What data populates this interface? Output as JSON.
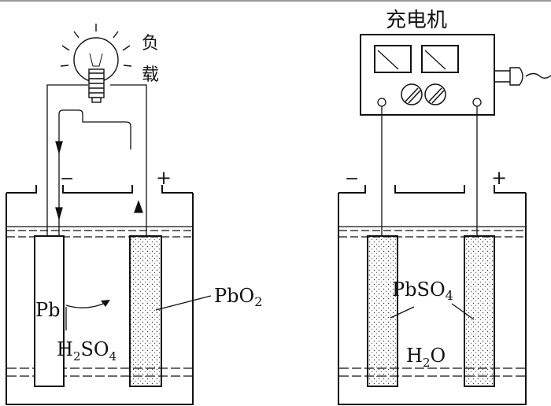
{
  "left_cell": {
    "load_label_line1": "负",
    "load_label_line2": "载",
    "minus": "−",
    "plus": "+",
    "anode_label": "Pb",
    "cathode_label_main": "PbO",
    "cathode_label_sub": "2",
    "electrolyte_h": "H",
    "electrolyte_sub": "2",
    "electrolyte_rest": "SO",
    "electrolyte_sub2": "4"
  },
  "right_cell": {
    "charger_title": "充电机",
    "minus": "−",
    "plus": "+",
    "product_main": "PbSO",
    "product_sub": "4",
    "water_h": "H",
    "water_sub": "2",
    "water_o": "O"
  }
}
